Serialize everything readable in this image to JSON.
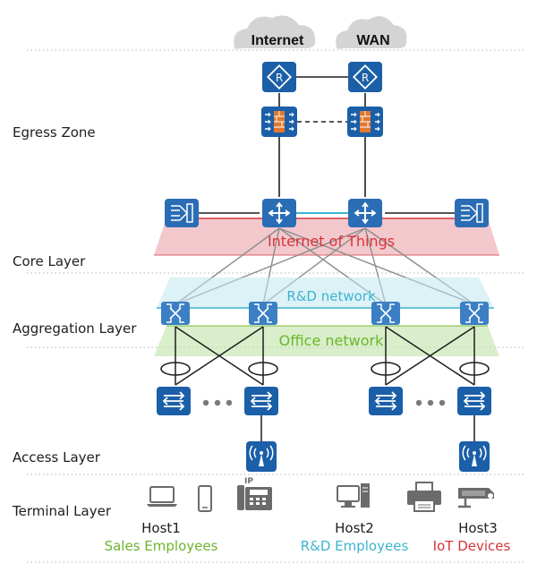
{
  "clouds": {
    "internet": "Internet",
    "wan": "WAN"
  },
  "layers": {
    "egress": "Egress Zone",
    "core": "Core Layer",
    "aggregation": "Aggregation Layer",
    "access": "Access Layer",
    "terminal": "Terminal Layer"
  },
  "planes": {
    "iot": "Internet of Things",
    "rnd": "R&D network",
    "office": "Office network"
  },
  "hosts": {
    "host1": {
      "name": "Host1",
      "role": "Sales Employees"
    },
    "host2": {
      "name": "Host2",
      "role": "R&D Employees"
    },
    "host3": {
      "name": "Host3",
      "role": "IoT Devices"
    }
  },
  "colors": {
    "device_blue": "#1b5fa8",
    "iot_red": "#d8343a",
    "rnd_cyan": "#3cb4cf",
    "office_green": "#6cb52d",
    "cloud_gray": "#d4d4d4",
    "firewall_orange": "#e2772d"
  },
  "icons": {
    "router": "router-icon",
    "firewall": "firewall-icon",
    "core_switch": "core-switch-icon",
    "lb_device": "load-balancer-icon",
    "aggregation_switch": "aggregation-switch-icon",
    "access_switch": "access-switch-icon",
    "access_point": "wireless-ap-icon",
    "laptop": "laptop-icon",
    "phone": "mobile-phone-icon",
    "ip_phone": "ip-phone-icon",
    "desktop": "desktop-pc-icon",
    "printer": "printer-icon",
    "camera": "surveillance-camera-icon"
  }
}
